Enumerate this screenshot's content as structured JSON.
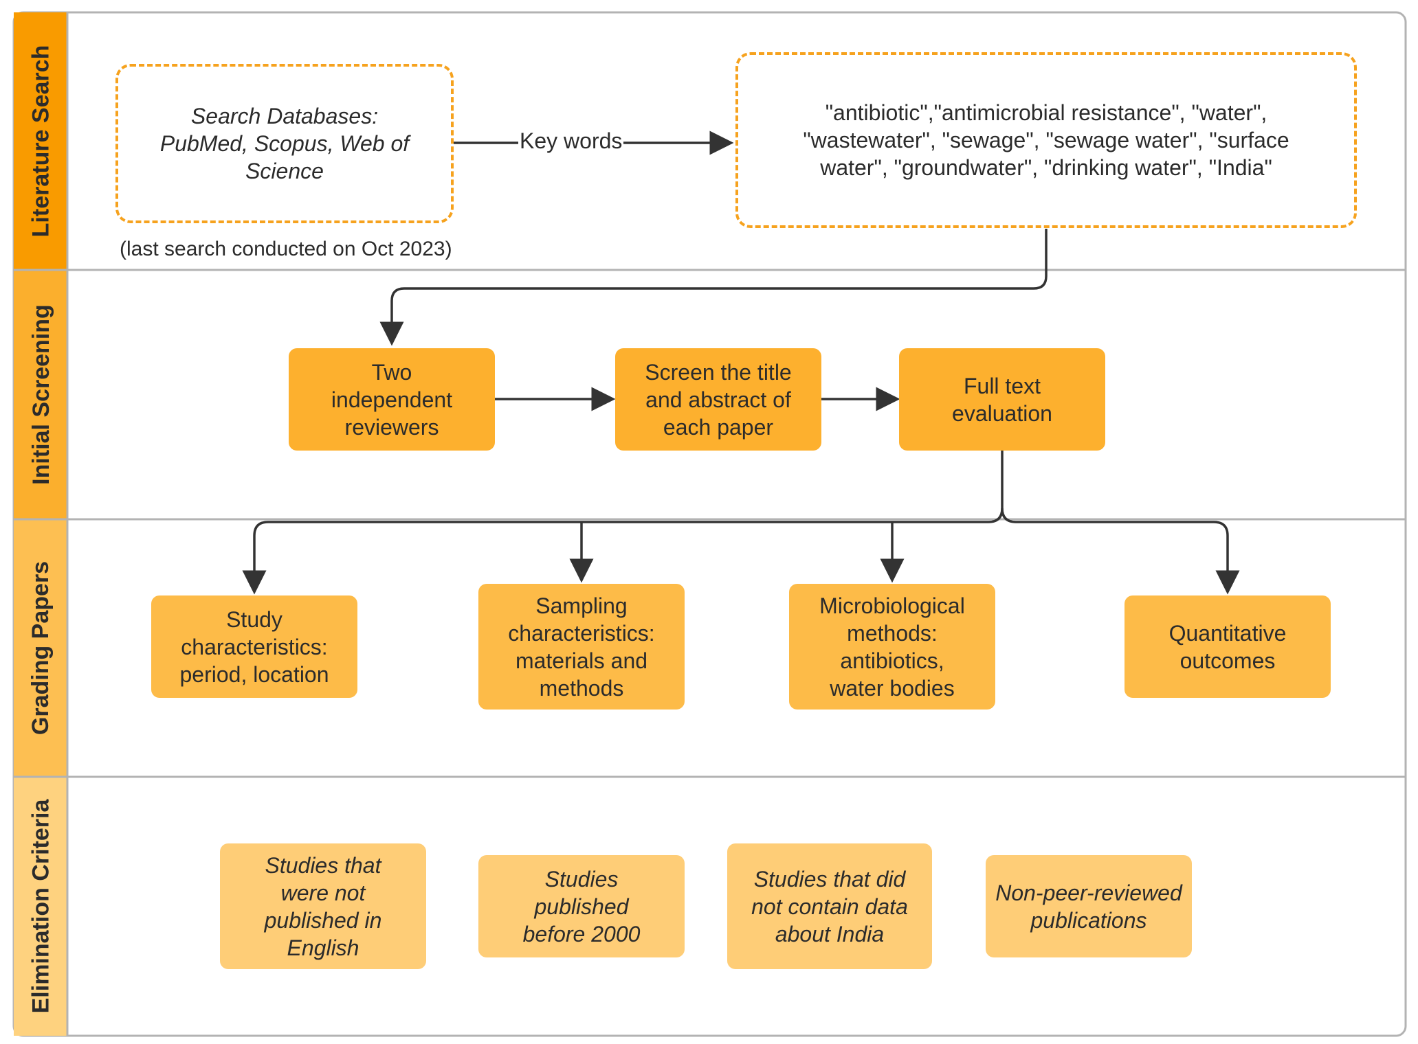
{
  "lanes": [
    {
      "label": "Literature Search",
      "color": "#f99b00"
    },
    {
      "label": "Initial Screening",
      "color": "#fbaf2d"
    },
    {
      "label": "Grading Papers",
      "color": "#fdbf52"
    },
    {
      "label": "Elimination Criteria",
      "color": "#fed27f"
    }
  ],
  "literature_search": {
    "databases": "Search Databases:\nPubMed, Scopus, Web of\nScience",
    "search_note": "(last search conducted on Oct 2023)",
    "edge_label": "Key words",
    "keywords": "\"antibiotic\",\"antimicrobial resistance\", \"water\",\n\"wastewater\", \"sewage\", \"sewage water\",  \"surface\nwater\", \"groundwater\", \"drinking water\", \"India\""
  },
  "initial_screening": {
    "steps": [
      "Two\nindependent\nreviewers",
      "Screen the title\nand abstract of\neach paper",
      "Full text\nevaluation"
    ]
  },
  "grading_papers": {
    "items": [
      "Study\ncharacteristics:\nperiod, location",
      "Sampling\ncharacteristics:\nmaterials and\nmethods",
      "Microbiological\nmethods:\nantibiotics,\nwater bodies",
      "Quantitative\noutcomes"
    ]
  },
  "elimination_criteria": {
    "items": [
      "Studies that\nwere not\npublished in\nEnglish",
      "Studies\npublished\nbefore 2000",
      "Studies that did\nnot contain data\nabout India",
      "Non-peer-reviewed\npublications"
    ]
  },
  "colors": {
    "border": "#b3b3b3",
    "dashed_border": "#f6a21e",
    "connector": "#333333",
    "screening_box": "#fdb02e",
    "grading_box": "#fdbb48",
    "elimination_box": "#fecd77"
  }
}
